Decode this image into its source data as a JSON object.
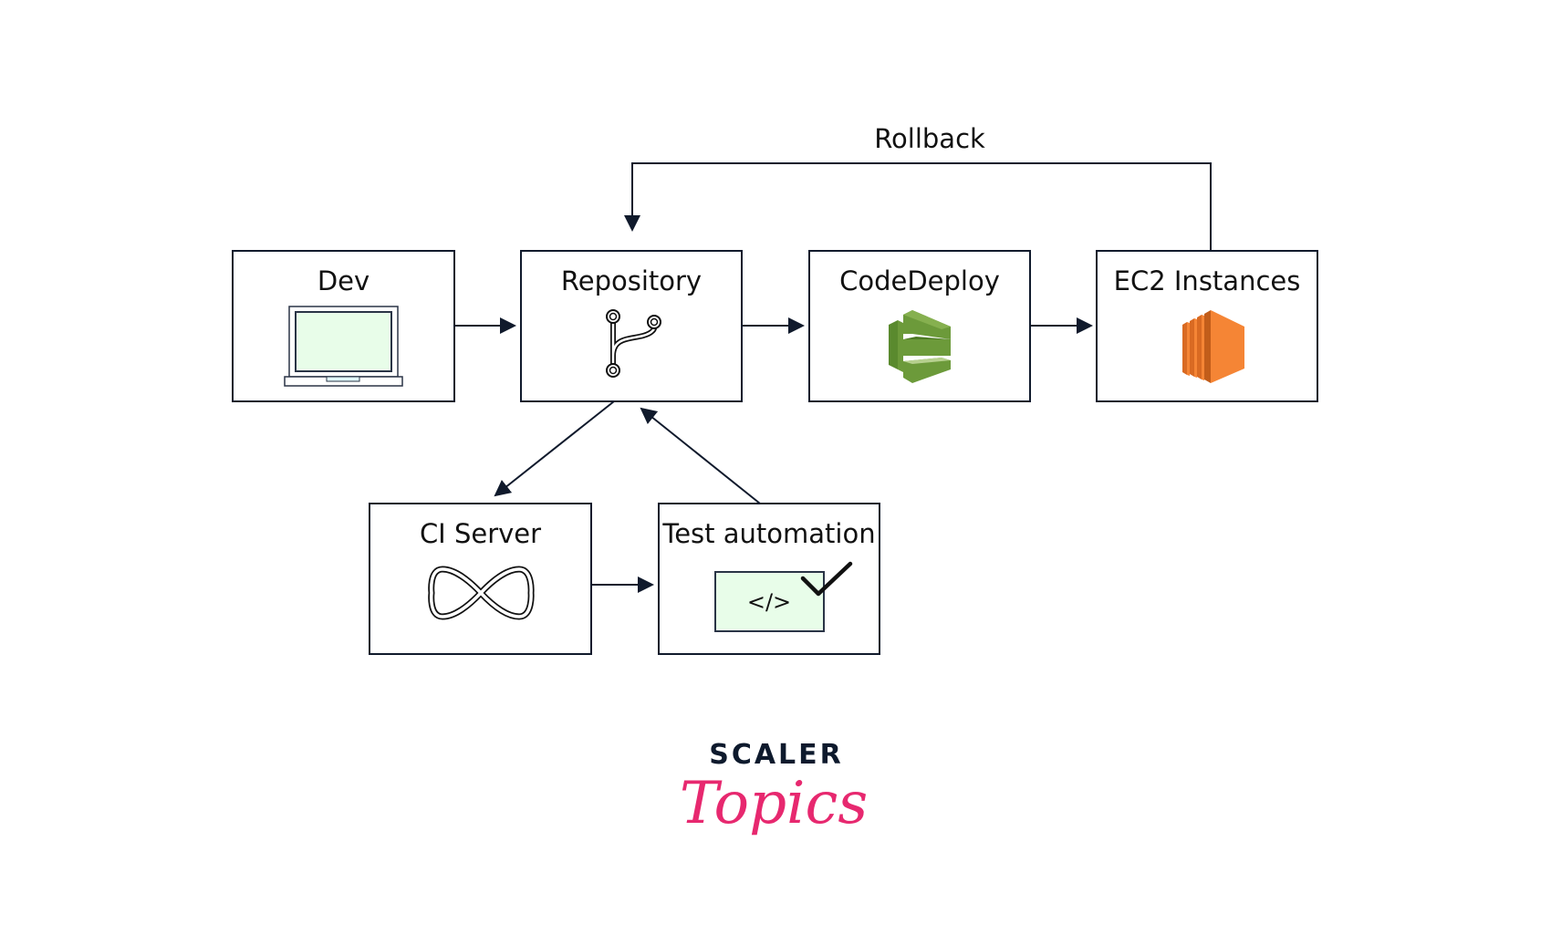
{
  "diagram": {
    "title": "CI/CD pipeline with AWS CodeDeploy",
    "nodes": {
      "dev": {
        "label": "Dev",
        "icon": "laptop-icon"
      },
      "repository": {
        "label": "Repository",
        "icon": "git-branch-icon"
      },
      "codedeploy": {
        "label": "CodeDeploy",
        "icon": "aws-codedeploy-icon"
      },
      "ec2": {
        "label": "EC2 Instances",
        "icon": "aws-ec2-icon"
      },
      "ci_server": {
        "label": "CI Server",
        "icon": "infinity-icon"
      },
      "test_automation": {
        "label": "Test automation",
        "icon": "code-check-icon",
        "code_symbol": "</>"
      }
    },
    "edges": [
      {
        "from": "Dev",
        "to": "Repository"
      },
      {
        "from": "Repository",
        "to": "CodeDeploy"
      },
      {
        "from": "CodeDeploy",
        "to": "EC2 Instances"
      },
      {
        "from": "Repository",
        "to": "CI Server"
      },
      {
        "from": "CI Server",
        "to": "Test automation"
      },
      {
        "from": "Test automation",
        "to": "Repository"
      },
      {
        "from": "EC2 Instances",
        "to": "Repository",
        "label": "Rollback"
      }
    ],
    "rollback_label": "Rollback"
  },
  "branding": {
    "top": "SCALER",
    "bottom": "Topics",
    "colors": {
      "dark": "#0e1a2d",
      "pink": "#e7286f"
    }
  },
  "colors": {
    "stroke": "#101a2c",
    "screen_fill": "#e8fde9",
    "codedeploy_green": "#6c9a3a",
    "ec2_orange": "#f58535"
  }
}
